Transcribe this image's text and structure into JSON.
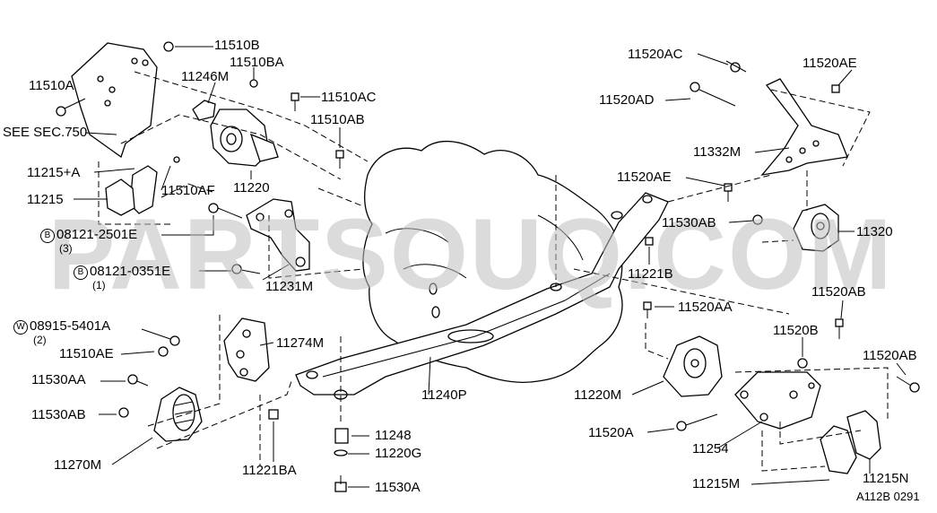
{
  "watermark": "PARTSOUQ.COM",
  "labels": {
    "l11510B": "11510B",
    "l11510BA": "11510BA",
    "l11510A": "11510A",
    "l11246M": "11246M",
    "l11510AC": "11510AC",
    "l11510AB": "11510AB",
    "see_sec": "SEE SEC.750",
    "l11215A": "11215+A",
    "l11215": "11215",
    "l11510AF": "11510AF",
    "l11220": "11220",
    "b1_code": "08121-2501E",
    "b1_qty": "(3)",
    "b2_code": "08121-0351E",
    "b2_qty": "(1)",
    "l11231M": "11231M",
    "w_code": "08915-5401A",
    "w_qty": "(2)",
    "l11510AE": "11510AE",
    "l11274M": "11274M",
    "l11530AA_l": "11530AA",
    "l11530AB_l": "11530AB",
    "l11270M": "11270M",
    "l11221BA": "11221BA",
    "l11248": "11248",
    "l11220G": "11220G",
    "l11530A": "11530A",
    "l11240P": "11240P",
    "l11520AC": "11520AC",
    "l11520AE_t": "11520AE",
    "l11520AD": "11520AD",
    "l11332M": "11332M",
    "l11520AE_m": "11520AE",
    "l11530AB_r": "11530AB",
    "l11320": "11320",
    "l11221B": "11221B",
    "l11520AA": "11520AA",
    "l11520AB_t": "11520AB",
    "l11520B": "11520B",
    "l11520AB_b": "11520AB",
    "l11220M": "11220M",
    "l11520A": "11520A",
    "l11254": "11254",
    "l11215M": "11215M",
    "l11215N": "11215N",
    "ref_code": "A112B 0291"
  },
  "circle_letters": {
    "b": "B",
    "w": "W"
  }
}
